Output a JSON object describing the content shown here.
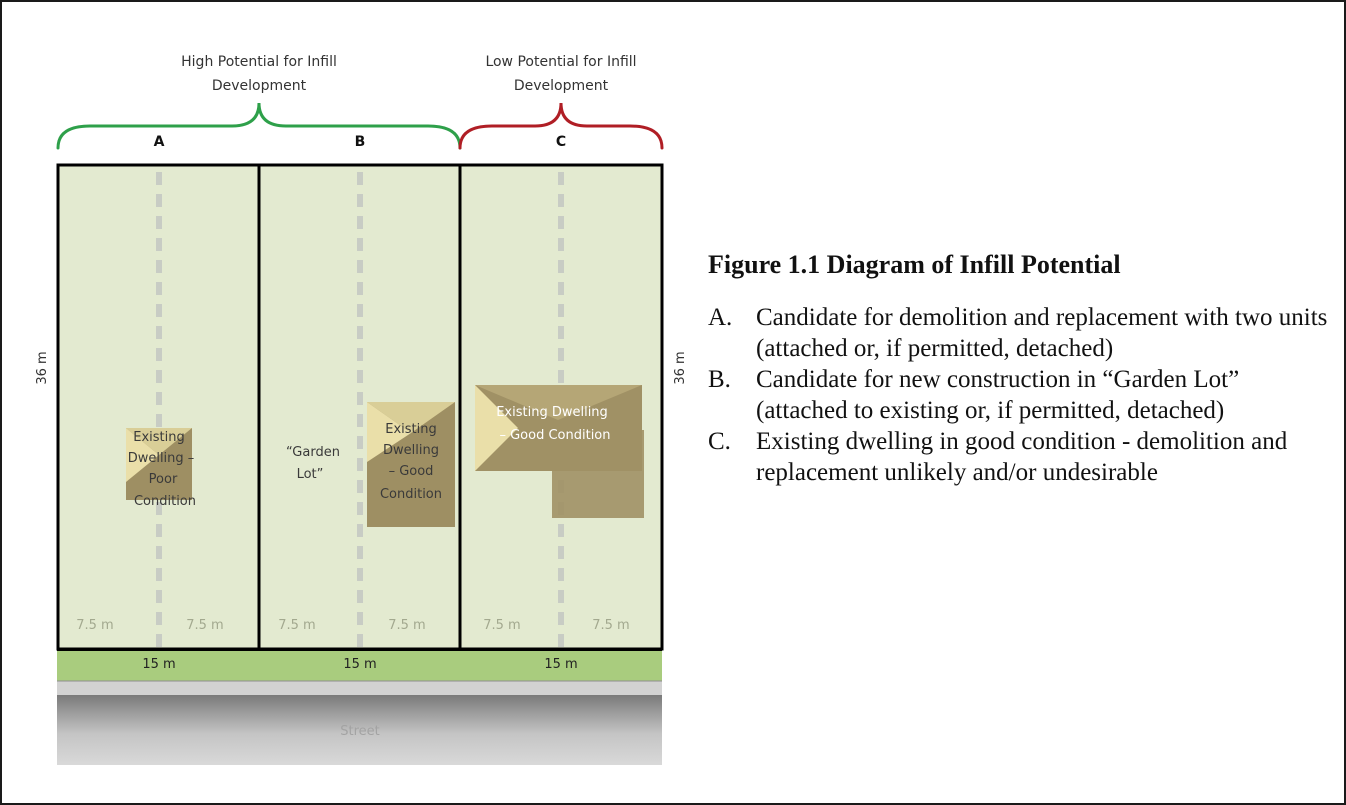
{
  "diagram": {
    "brackets": {
      "high_title_line1": "High Potential for Infill",
      "high_title_line2": "Development",
      "low_title_line1": "Low Potential for Infill",
      "low_title_line2": "Development"
    },
    "lots": [
      {
        "letter": "A",
        "half_width_left": "7.5 m",
        "half_width_right": "7.5 m",
        "frontage": "15 m"
      },
      {
        "letter": "B",
        "half_width_left": "7.5 m",
        "half_width_right": "7.5 m",
        "frontage": "15 m"
      },
      {
        "letter": "C",
        "half_width_left": "7.5 m",
        "half_width_right": "7.5 m",
        "frontage": "15 m"
      }
    ],
    "depth_left": "36 m",
    "depth_right": "36 m",
    "dwelling_a": [
      "Existing",
      "Dwelling –",
      "Poor",
      "Condition"
    ],
    "garden_lot": [
      "“Garden",
      "Lot”"
    ],
    "dwelling_b": [
      "Existing",
      "Dwelling",
      "– Good",
      "Condition"
    ],
    "dwelling_c": [
      "Existing Dwelling",
      "– Good Condition"
    ],
    "street_label": "Street",
    "colors": {
      "lot_fill": "#e3ead0",
      "verge_fill": "#a9cc7e",
      "house_fill": "#9e8f63",
      "roof_light": "#e9dfa8",
      "high_bracket": "#2ea04a",
      "low_bracket": "#b01e25"
    }
  },
  "caption": {
    "title": "Figure 1.1 Diagram of Infill Potential",
    "items": [
      {
        "letter": "A.",
        "text": "Candidate for demolition and replacement with two units (attached or, if permitted, detached)"
      },
      {
        "letter": "B.",
        "text": "Candidate for new construction in “Garden Lot” (attached to existing or, if permitted, detached)"
      },
      {
        "letter": "C.",
        "text": "Existing dwelling in good condition - demolition and replacement unlikely and/or undesirable"
      }
    ]
  }
}
